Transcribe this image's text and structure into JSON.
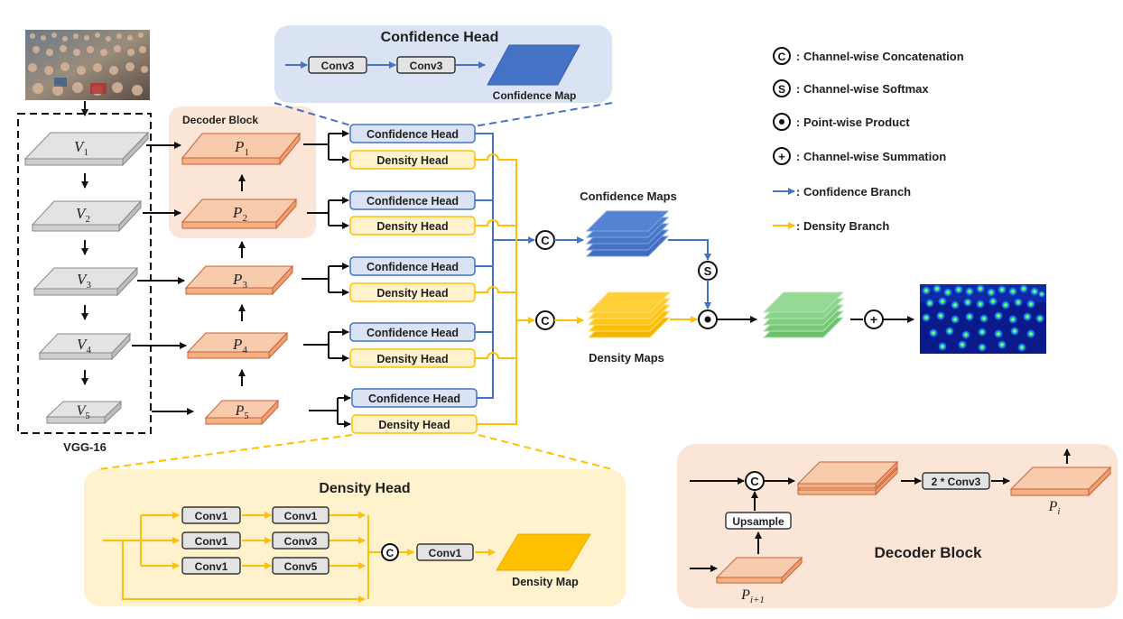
{
  "confidence_head_panel": {
    "title": "Confidence Head",
    "conv_a": "Conv3",
    "conv_b": "Conv3",
    "output": "Confidence Map"
  },
  "decoder_block_label": "Decoder Block",
  "backbone": {
    "label": "VGG-16",
    "stages": [
      {
        "sym": "V",
        "sub": "1"
      },
      {
        "sym": "V",
        "sub": "2"
      },
      {
        "sym": "V",
        "sub": "3"
      },
      {
        "sym": "V",
        "sub": "4"
      },
      {
        "sym": "V",
        "sub": "5"
      }
    ]
  },
  "pyramid": [
    {
      "sym": "P",
      "sub": "1"
    },
    {
      "sym": "P",
      "sub": "2"
    },
    {
      "sym": "P",
      "sub": "3"
    },
    {
      "sym": "P",
      "sub": "4"
    },
    {
      "sym": "P",
      "sub": "5"
    }
  ],
  "heads": [
    {
      "confidence": "Confidence Head",
      "density": "Density Head"
    },
    {
      "confidence": "Confidence Head",
      "density": "Density Head"
    },
    {
      "confidence": "Confidence Head",
      "density": "Density Head"
    },
    {
      "confidence": "Confidence Head",
      "density": "Density Head"
    },
    {
      "confidence": "Confidence Head",
      "density": "Density Head"
    }
  ],
  "maps": {
    "confidence": "Confidence Maps",
    "density": "Density Maps"
  },
  "symbols": {
    "concat": "C",
    "softmax": "S",
    "product": "•",
    "sum": "+"
  },
  "legend": [
    {
      "symbol": "C",
      "text": ": Channel-wise Concatenation"
    },
    {
      "symbol": "S",
      "text": ": Channel-wise Softmax"
    },
    {
      "symbol": "•",
      "text": ": Point-wise Product"
    },
    {
      "symbol": "+",
      "text": ": Channel-wise Summation"
    },
    {
      "arrow": "#4472C4",
      "text": ": Confidence Branch"
    },
    {
      "arrow": "#FFC000",
      "text": ": Density Branch"
    }
  ],
  "density_head_panel": {
    "title": "Density Head",
    "rows": [
      [
        "Conv1",
        "Conv1"
      ],
      [
        "Conv1",
        "Conv3"
      ],
      [
        "Conv1",
        "Conv5"
      ]
    ],
    "final_conv": "Conv1",
    "concat": "C",
    "output": "Density Map"
  },
  "decoder_panel": {
    "title": "Decoder Block",
    "concat": "C",
    "upsample": "Upsample",
    "conv": "2 * Conv3",
    "out_sym": "P",
    "out_sub": "i",
    "in_sym": "P",
    "in_sub": "i+1"
  },
  "colors": {
    "confidence": "#4472C4",
    "density": "#FFC000",
    "pyramid": "#F8CBAD",
    "backbone": "#E3E3E3",
    "green": "#8FD18F",
    "conf_panel": "#DAE3F3",
    "dens_panel": "#FFF2CC",
    "dec_panel": "#FBE5D6"
  }
}
